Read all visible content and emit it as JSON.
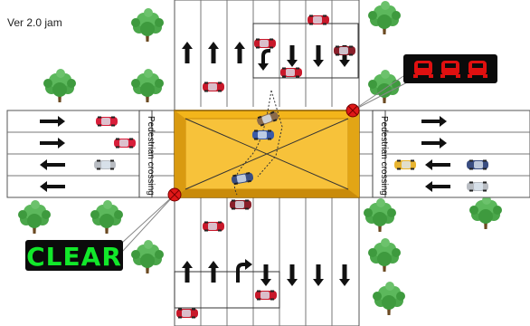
{
  "version_label": "Ver 2.0 jam",
  "status_clear_label": "CLEAR",
  "pedestrian_left_label": "Pedestrian crossing",
  "pedestrian_right_label": "Pedestrian crossing",
  "icons": {
    "tree": "tree-icon",
    "car": "car-icon",
    "arrow": "lane-arrow-icon",
    "jam_indicator": "red-cars-jam-icon",
    "sensor": "red-sensor-icon"
  },
  "colors": {
    "box_junction": "#f3b51b",
    "box_edge": "#c98b0a",
    "clear_sign_bg": "#0b0b0b",
    "clear_sign_text": "#12e82a",
    "jam_sign_bg": "#0b0b0b",
    "jam_sign_cars": "#e01010",
    "sensor": "#e01818"
  }
}
